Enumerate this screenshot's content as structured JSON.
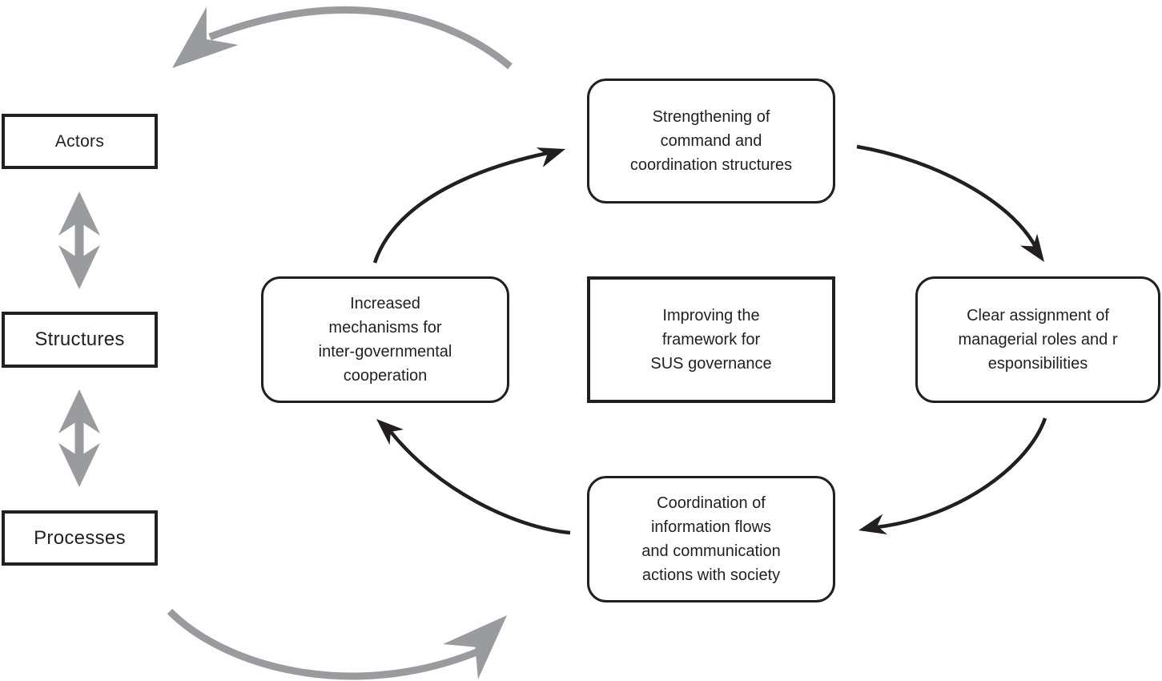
{
  "figure": {
    "type": "cycle-diagram",
    "background": "#ffffff",
    "colors": {
      "ink": "#231f20",
      "arrow_gray": "#999b9e"
    }
  },
  "left_column": {
    "items": [
      {
        "id": "actors",
        "label": "Actors"
      },
      {
        "id": "structures",
        "label": "Structures"
      },
      {
        "id": "processes",
        "label": "Processes"
      }
    ]
  },
  "center_box": {
    "label": "Improving the\nframework for\nSUS governance"
  },
  "cycle": {
    "top": {
      "label": "Strengthening of\ncommand and\ncoordination structures"
    },
    "right": {
      "label": "Clear assignment of\nmanagerial roles and r\nesponsibilities"
    },
    "bottom": {
      "label": "Coordination of\ninformation flows\nand communication\nactions with society"
    },
    "left": {
      "label": "Increased\nmechanisms for\ninter-governmental\ncooperation"
    }
  },
  "edges": [
    {
      "from": "increased-mechanisms",
      "to": "strengthening-command",
      "color": "black",
      "shape": "curved-arrow"
    },
    {
      "from": "strengthening-command",
      "to": "clear-assignment",
      "color": "black",
      "shape": "curved-arrow"
    },
    {
      "from": "clear-assignment",
      "to": "coordination-information",
      "color": "black",
      "shape": "curved-arrow"
    },
    {
      "from": "coordination-information",
      "to": "increased-mechanisms",
      "color": "black",
      "shape": "curved-arrow"
    },
    {
      "from": "actors",
      "to": "structures",
      "color": "gray",
      "shape": "double-headed-arrow"
    },
    {
      "from": "structures",
      "to": "processes",
      "color": "gray",
      "shape": "double-headed-arrow"
    },
    {
      "name": "outer-arc-top",
      "color": "gray",
      "shape": "curved-arrow",
      "points": "left"
    },
    {
      "name": "outer-arc-bottom",
      "color": "gray",
      "shape": "curved-arrow",
      "points": "right"
    }
  ]
}
